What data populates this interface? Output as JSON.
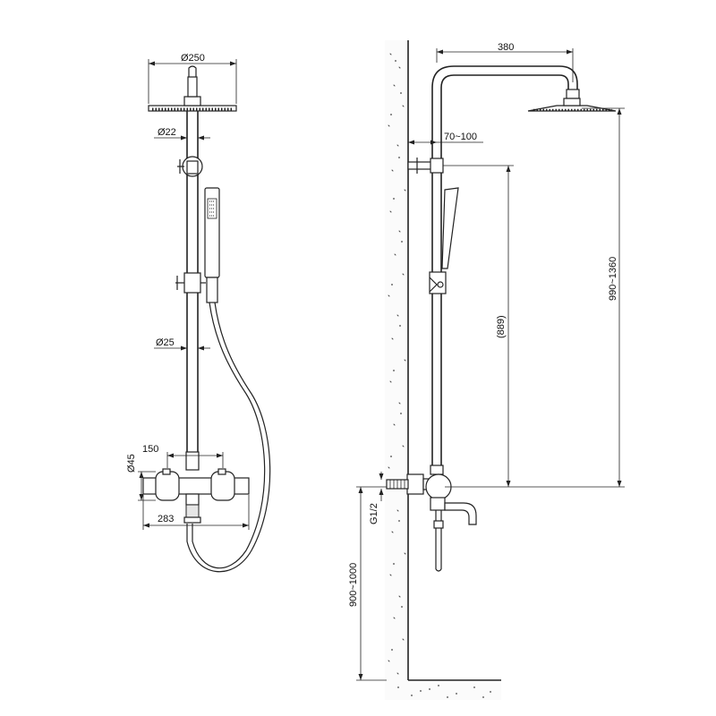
{
  "front_view": {
    "head_diameter": "Ø250",
    "arm_diameter": "Ø22",
    "rail_diameter": "Ø25",
    "mixer_height": "Ø45",
    "centers_spacing": "150",
    "mixer_width": "283"
  },
  "side_view": {
    "arm_reach": "380",
    "wall_distance": "70~100",
    "rail_height": "(889)",
    "total_height": "990~1360",
    "inlet_thread": "G1/2",
    "inlet_height": "900~1000"
  },
  "colors": {
    "line": "#222222",
    "background": "#ffffff"
  }
}
